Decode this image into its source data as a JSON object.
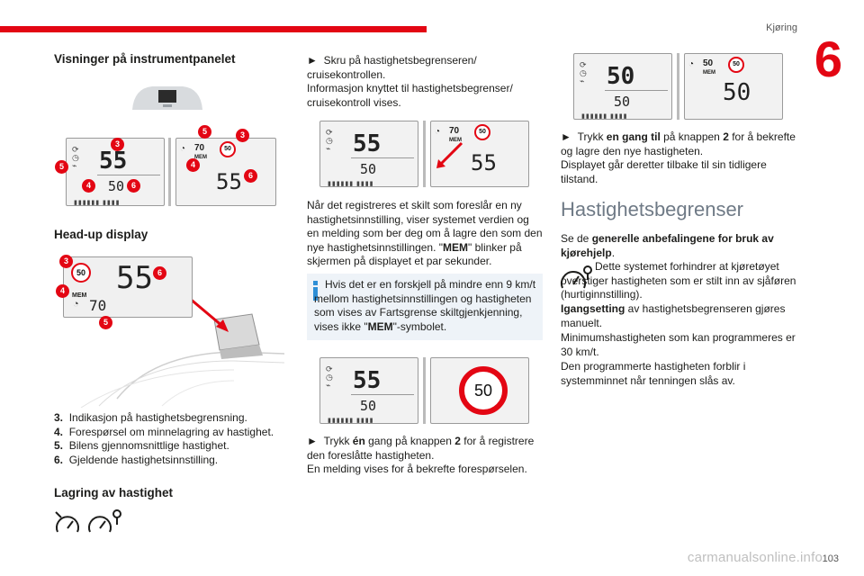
{
  "header": {
    "section": "Kjøring",
    "chapter": "6"
  },
  "footer": {
    "page": "103",
    "watermark": "carmanualsonline.info"
  },
  "col1": {
    "heading_instrument": "Visninger på instrumentpanelet",
    "heading_hud": "Head-up display",
    "legend": [
      {
        "n": "3.",
        "text": "Indikasjon på hastighetsbegrensning."
      },
      {
        "n": "4.",
        "text": "Forespørsel om minnelagring av hastighet."
      },
      {
        "n": "5.",
        "text": "Bilens gjennomsnittlige hastighet."
      },
      {
        "n": "6.",
        "text": "Gjeldende hastighetsinnstilling."
      }
    ],
    "heading_lagring": "Lagring av hastighet"
  },
  "col2": {
    "p1_arrow": "►",
    "p1_line1": "Skru på hastighetsbegrenseren/",
    "p1_line2": "cruisekontrollen.",
    "p1_line3": "Informasjon knyttet til hastighetsbegrenser/",
    "p1_line4": "cruisekontroll vises.",
    "p2_a": "Når det registreres et skilt som foreslår en ny hastighetsinnstilling, viser systemet verdien og en melding som ber deg om å lagre den som den nye hastighetsinnstillingen. \"",
    "p2_mem": "MEM",
    "p2_b": "\" blinker på skjermen på displayet et par sekunder.",
    "info_a": "Hvis det er en forskjell på mindre enn 9 km/t mellom hastighetsinnstillingen og hastigheten som vises av Fartsgrense skiltgjenkjenning, vises ikke \"",
    "info_mem": "MEM",
    "info_b": "\"-symbolet.",
    "p3_a": "Trykk ",
    "p3_en": "én",
    "p3_b": " gang på knappen ",
    "p3_2": "2",
    "p3_c": " for å registrere den foreslåtte hastigheten.",
    "p3_line2": "En melding vises for å bekrefte forespørselen."
  },
  "col3": {
    "p1_a": "Trykk ",
    "p1_b": "en gang til",
    "p1_c": " på knappen ",
    "p1_d": "2",
    "p1_e": " for å bekrefte og lagre den nye hastigheten.",
    "p1_line2": "Displayet går deretter tilbake til sin tidligere tilstand.",
    "heading": "Hastighetsbegrenser",
    "p2_a": "Se de ",
    "p2_b": "generelle anbefalingene for bruk av kjørehjelp",
    "p2_c": ".",
    "p3": "Dette systemet forhindrer at kjøretøyet overstiger hastigheten som er stilt inn av sjåføren (hurtiginnstilling).",
    "p4_a": "Igangsetting",
    "p4_b": " av hastighetsbegrenseren gjøres manuelt.",
    "p5": "Minimumshastigheten som kan programmeres er 30 km/t.",
    "p6": "Den programmerte hastigheten forblir i systemminnet når tenningen slås av."
  },
  "figures": {
    "fig1": {
      "main": "55",
      "sub": "50",
      "right_small": "70",
      "sign": "50",
      "right_main": "55",
      "mem": "MEM",
      "callouts": [
        "3",
        "5",
        "4",
        "6",
        "5",
        "3",
        "4",
        "6"
      ]
    },
    "hud": {
      "sign": "50",
      "main": "55",
      "mem": "MEM",
      "sub": "70",
      "callouts": [
        "3",
        "6",
        "4",
        "5"
      ]
    },
    "fig2": {
      "main": "55",
      "sub": "50",
      "right_small": "70",
      "sign": "50",
      "right_main": "55",
      "mem": "MEM"
    },
    "fig3": {
      "main": "55",
      "sub": "50",
      "sign": "50"
    },
    "fig4": {
      "main": "50",
      "sub": "50",
      "right_small": "50",
      "sign": "50",
      "right_main": "50",
      "mem": "MEM"
    }
  }
}
